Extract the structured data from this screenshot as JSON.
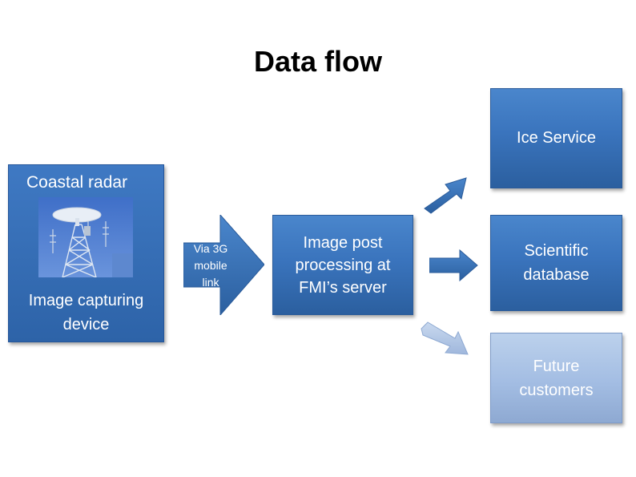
{
  "title": "Data flow",
  "radar": {
    "top_label": "Coastal radar",
    "bottom_label_line1": "Image capturing",
    "bottom_label_line2": "device"
  },
  "link": {
    "line1": "Via 3G",
    "line2": "mobile",
    "line3": "link"
  },
  "server": {
    "line1": "Image post",
    "line2": "processing at",
    "line3": "FMI’s server"
  },
  "outputs": {
    "ice_service": "Ice Service",
    "scientific_line1": "Scientific",
    "scientific_line2": "database",
    "future_line1": "Future",
    "future_line2": "customers"
  },
  "colors": {
    "box_blue": "#3a74bd",
    "future_light_blue": "#a3bde3"
  }
}
